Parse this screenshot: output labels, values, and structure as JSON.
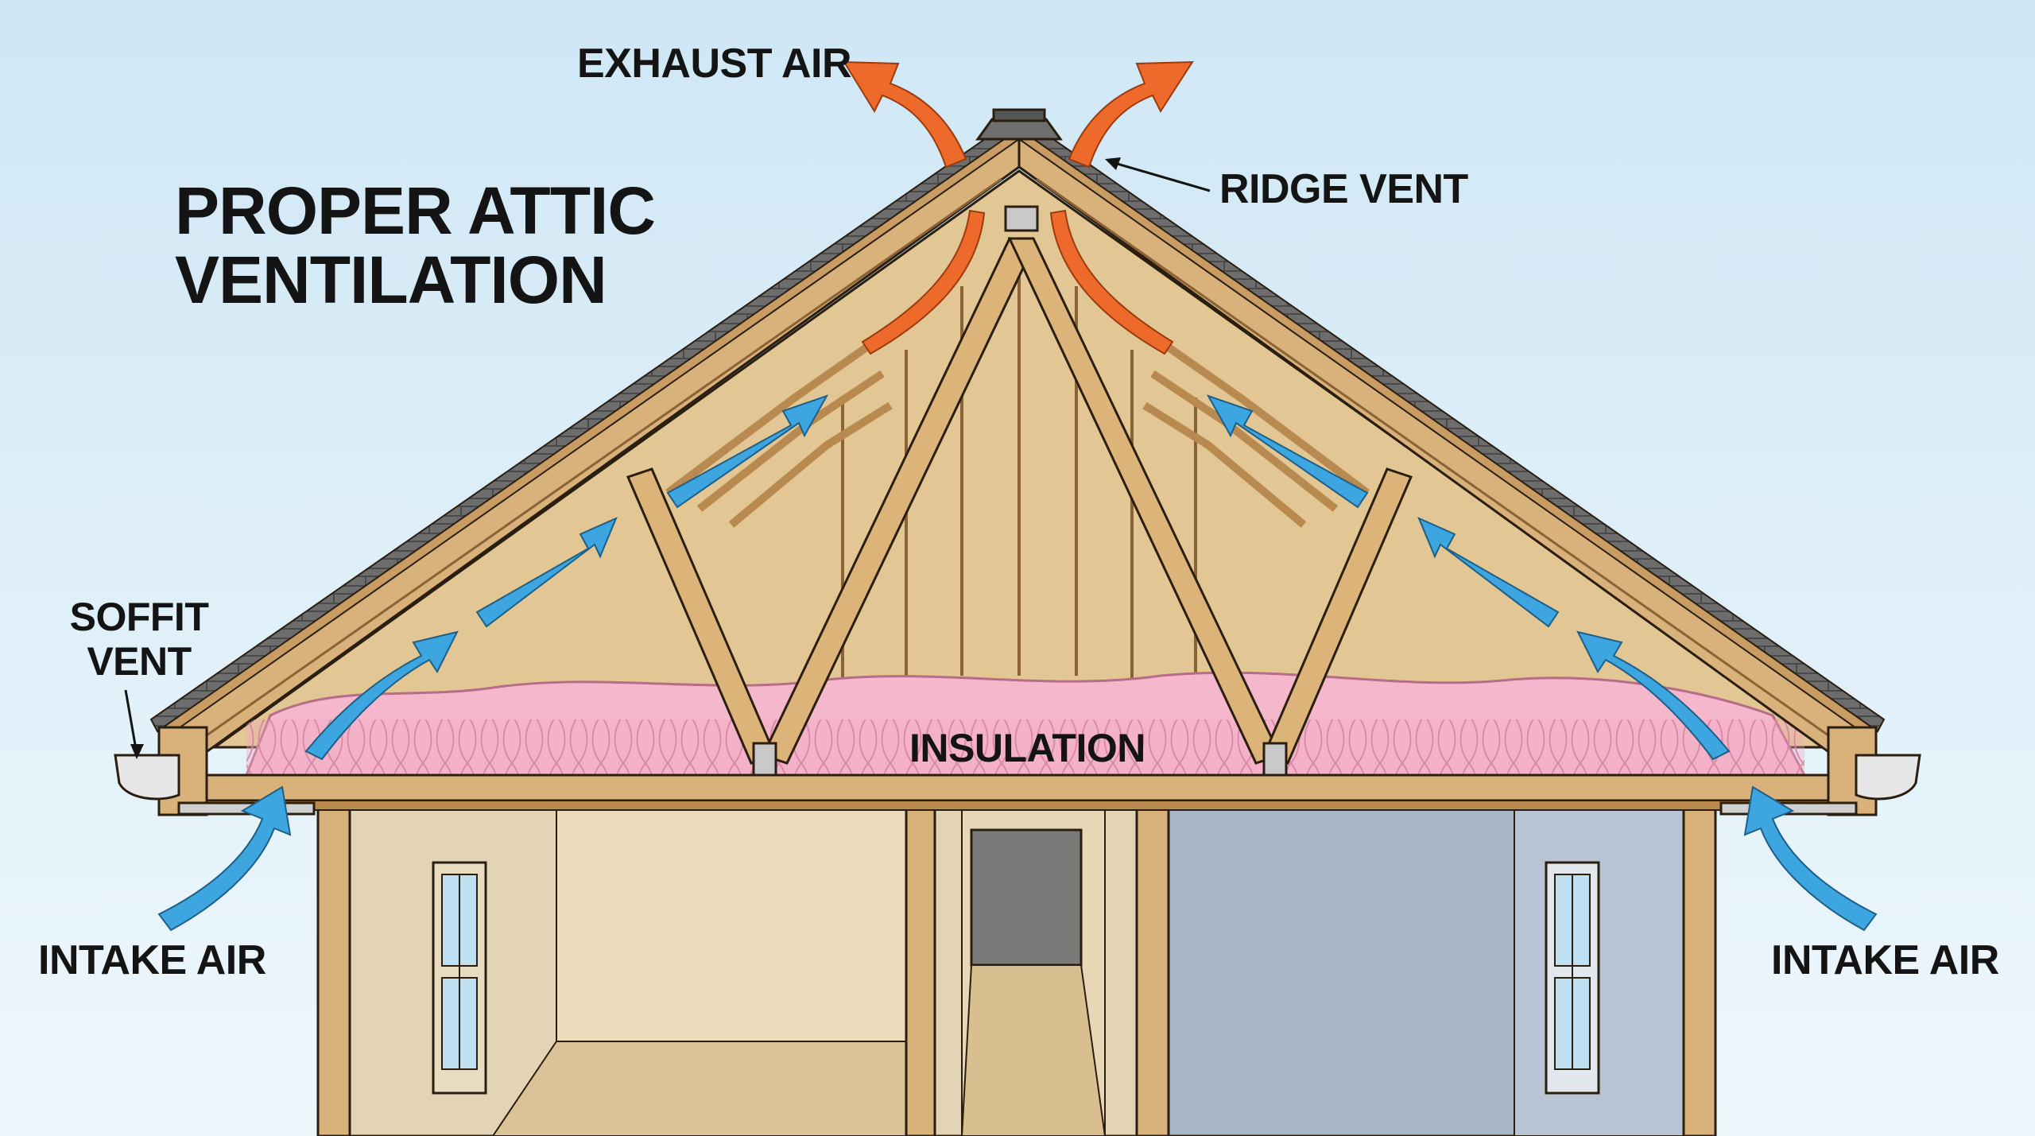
{
  "diagram": {
    "title_line1": "PROPER ATTIC",
    "title_line2": "VENTILATION",
    "labels": {
      "exhaust_air": "EXHAUST AIR",
      "ridge_vent": "RIDGE VENT",
      "soffit_vent_line1": "SOFFIT",
      "soffit_vent_line2": "VENT",
      "intake_air_left": "INTAKE AIR",
      "intake_air_right": "INTAKE AIR",
      "insulation": "INSULATION"
    }
  },
  "colors": {
    "sky_top": "#cfe7f5",
    "sky_bottom": "#eef7fc",
    "wood": "#d8b27a",
    "wood_dark": "#8a6236",
    "shingle": "#6f6f6f",
    "insulation": "#f1a9c3",
    "intake_arrow": "#3da5e0",
    "exhaust_arrow": "#ee6a2a",
    "wall_left": "#e9dcc0",
    "wall_right": "#a9b6c7",
    "outline": "#2a1e10"
  },
  "icons": {
    "intake": "blue-airflow-arrow-icon",
    "exhaust": "orange-exhaust-arrow-icon",
    "window": "double-hung-window-icon"
  }
}
